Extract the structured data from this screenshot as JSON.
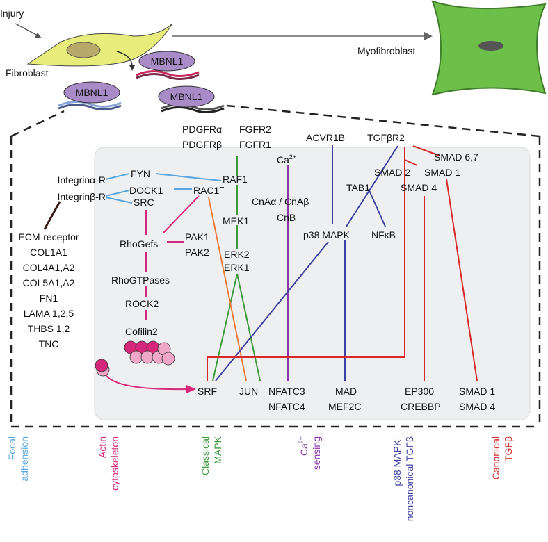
{
  "header": {
    "injury": "Injury",
    "fibroblast": "Fibroblast",
    "myofibroblast": "Myofibroblast",
    "mbnl1_labels": [
      "MBNL1",
      "MBNL1",
      "MBNL1"
    ]
  },
  "receptors": {
    "integrin_a": "Integrinα-R",
    "integrin_b": "Integrinβ-R",
    "fyn": "FYN",
    "dock1": "DOCK1",
    "src": "SRC",
    "rac1": "RAC1",
    "raf1": "RAF1",
    "pdgfra": "PDGFRα",
    "pdgfrb": "PDGFRβ",
    "fgfr2": "FGFR2",
    "fgfr1": "FGFR1",
    "acvr1b": "ACVR1B",
    "tgfbr2": "TGFβR2"
  },
  "ecm_list": [
    "ECM-receptor",
    "COL1A1",
    "COL4A1,A2",
    "COL5A1,A2",
    "FN1",
    "LAMA 1,2,5",
    "THBS 1,2",
    "TNC"
  ],
  "nodes": {
    "rhogefs": "RhoGefs",
    "pak1": "PAK1",
    "pak2": "PAK2",
    "rhogtpases": "RhoGTPases",
    "rock2": "ROCK2",
    "cofilin2": "Cofilin2",
    "mek1": "MEK1",
    "erk2": "ERK2",
    "erk1": "ERK1",
    "ca": "Ca",
    "ca_sup": "2+",
    "cna": "CnAα / CnAβ",
    "cnb": "CnB",
    "p38": "p38 MAPK",
    "tab1": "TAB1",
    "nfkb": "NFκB",
    "smad2": "SMAD 2",
    "smad4_top": "SMAD 4",
    "smad67": "SMAD 6,7",
    "smad1_top": "SMAD 1"
  },
  "targets": {
    "srf": "SRF",
    "jun": "JUN",
    "nfatc3": "NFATC3",
    "nfatc4": "NFATC4",
    "mad": "MAD",
    "mef2c": "MEF2C",
    "ep300": "EP300",
    "crebbp": "CREBBP",
    "smad1": "SMAD 1",
    "smad4": "SMAD 4"
  },
  "pathways": [
    {
      "line1": "Focal",
      "line2": "adhension",
      "color": "#5aa7e0"
    },
    {
      "line1": "Actin",
      "line2": "cytoskeleton",
      "color": "#d6287a"
    },
    {
      "line1": "Classical",
      "line2": "MAPK",
      "color": "#3a9a3a"
    },
    {
      "line1": "Ca",
      "sup": "2+",
      "line2": "sensing",
      "color": "#8b35a8"
    },
    {
      "line1": "p38 MAPK-",
      "line2": "noncanonical TGFβ",
      "color": "#3b3fa0"
    },
    {
      "line1": "Canonical",
      "line2": "TGFβ",
      "color": "#d62a2a"
    }
  ]
}
